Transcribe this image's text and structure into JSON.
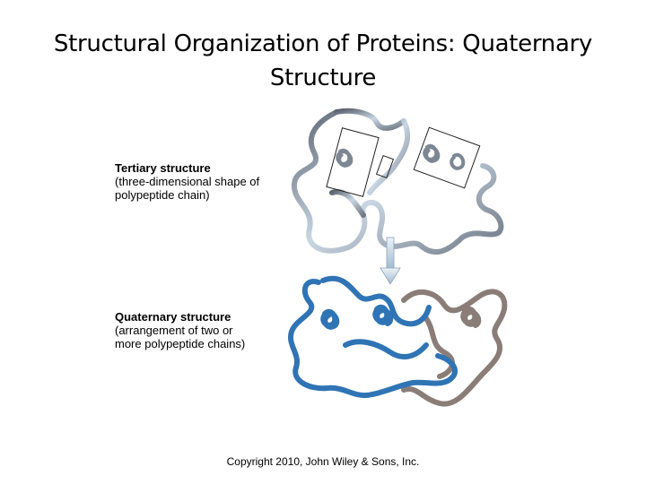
{
  "slide": {
    "title_line1": "Structural Organization of Proteins: Quaternary",
    "title_line2": "Structure"
  },
  "labels": {
    "tertiary": {
      "heading": "Tertiary structure",
      "desc_line1": "(three-dimensional shape of",
      "desc_line2": "polypeptide chain)"
    },
    "quaternary": {
      "heading": "Quaternary structure",
      "desc_line1": "(arrangement of two or",
      "desc_line2": "more polypeptide chains)"
    }
  },
  "footer": {
    "copyright": "Copyright 2010, John Wiley & Sons, Inc."
  },
  "colors": {
    "chain_blue": "#2f74b5",
    "chain_gray": "#8a7d78",
    "chain_silver": "#8f97a3",
    "arrow_fill": "#c5d6e6"
  }
}
